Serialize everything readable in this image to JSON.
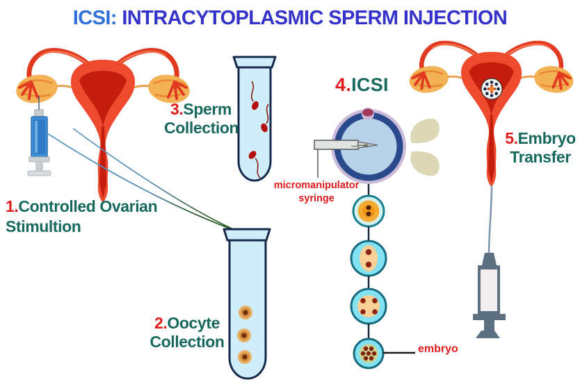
{
  "title": {
    "prefix": "ICSI:",
    "rest": " INTRACYTOPLASMIC SPERM INJECTION"
  },
  "steps": [
    {
      "number": "1.",
      "line1": "Controlled Ovarian",
      "line2": "Stimultion"
    },
    {
      "number": "2.",
      "line1": "Oocyte",
      "line2": "Collection"
    },
    {
      "number": "3.",
      "line1": "Sperm",
      "line2": "Collection"
    },
    {
      "number": "4.",
      "line1": "ICSI"
    },
    {
      "number": "5.",
      "line1": "Embryo",
      "line2": "Transfer"
    }
  ],
  "annotations": {
    "micromanipulator": {
      "line1": "micromanipulator",
      "line2": "syringe"
    },
    "embryo": "embryo"
  },
  "colors": {
    "title_prefix_blue": "#2e6fd8",
    "title_main_blue": "#3432cb",
    "step_number_red": "#e01c1c",
    "step_label_teal": "#17695e",
    "annotation_red": "#e01c1c",
    "uterus_red": "#ee4a2e",
    "uterus_cavity_red": "#c41d0e",
    "ovary_yellow": "#f3b255",
    "test_tube_fill": "#cfeef9",
    "test_tube_outline": "#16294d",
    "sperm_red": "#b31111",
    "egg_zona_lavender": "#cbbbd9",
    "egg_ring_navy": "#28498c",
    "egg_cytoplasm_blue": "#b7d1e9",
    "embryo_cyan": "#82e2f2",
    "embryo_teal_outline": "#156a7e",
    "zygote_orange": "#f6ab33",
    "morula_olive": "#cfd18e",
    "stim_syringe_blue": "#3f90d8",
    "transfer_syringe_slate": "#5c7082",
    "holding_pipette_beige": "#dcd8b6"
  },
  "illustrations": [
    "left-uterus",
    "stimulation-syringe",
    "oocyte-aspiration-line",
    "sperm-test-tube",
    "oocyte-test-tube",
    "icsi-egg",
    "micromanipulator",
    "holding-pipette",
    "embryo-development-chain",
    "right-uterus",
    "implanted-embryo",
    "transfer-syringe"
  ]
}
